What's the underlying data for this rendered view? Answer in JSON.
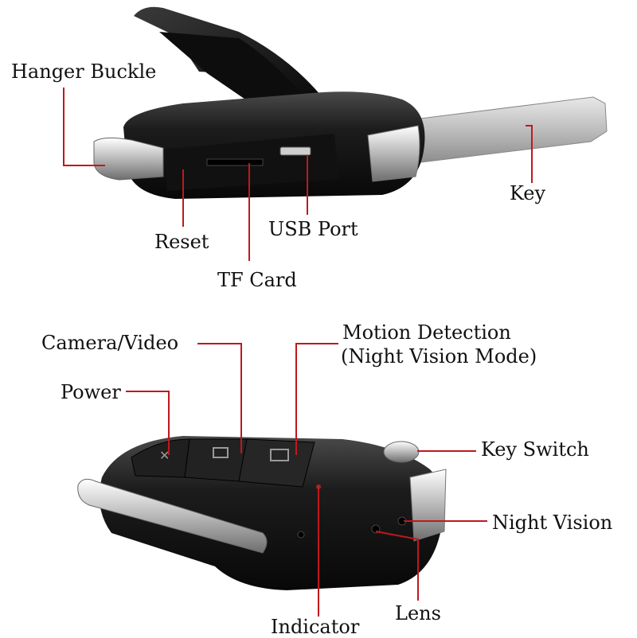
{
  "top_labels": {
    "hanger_buckle": "Hanger Buckle",
    "reset": "Reset",
    "usb_port": "USB Port",
    "tf_card": "TF Card",
    "key": "Key"
  },
  "bottom_labels": {
    "camera_video": "Camera/Video",
    "motion_detection": "Motion Detection",
    "night_vision_mode": "(Night Vision Mode)",
    "power": "Power",
    "key_switch": "Key Switch",
    "night_vision": "Night Vision",
    "indicator": "Indicator",
    "lens": "Lens"
  },
  "colors": {
    "callout_line": "#c0181d",
    "device_body": "#1a1a1a",
    "chrome": "#d8d8d8",
    "blade": "#c9c9c9"
  }
}
